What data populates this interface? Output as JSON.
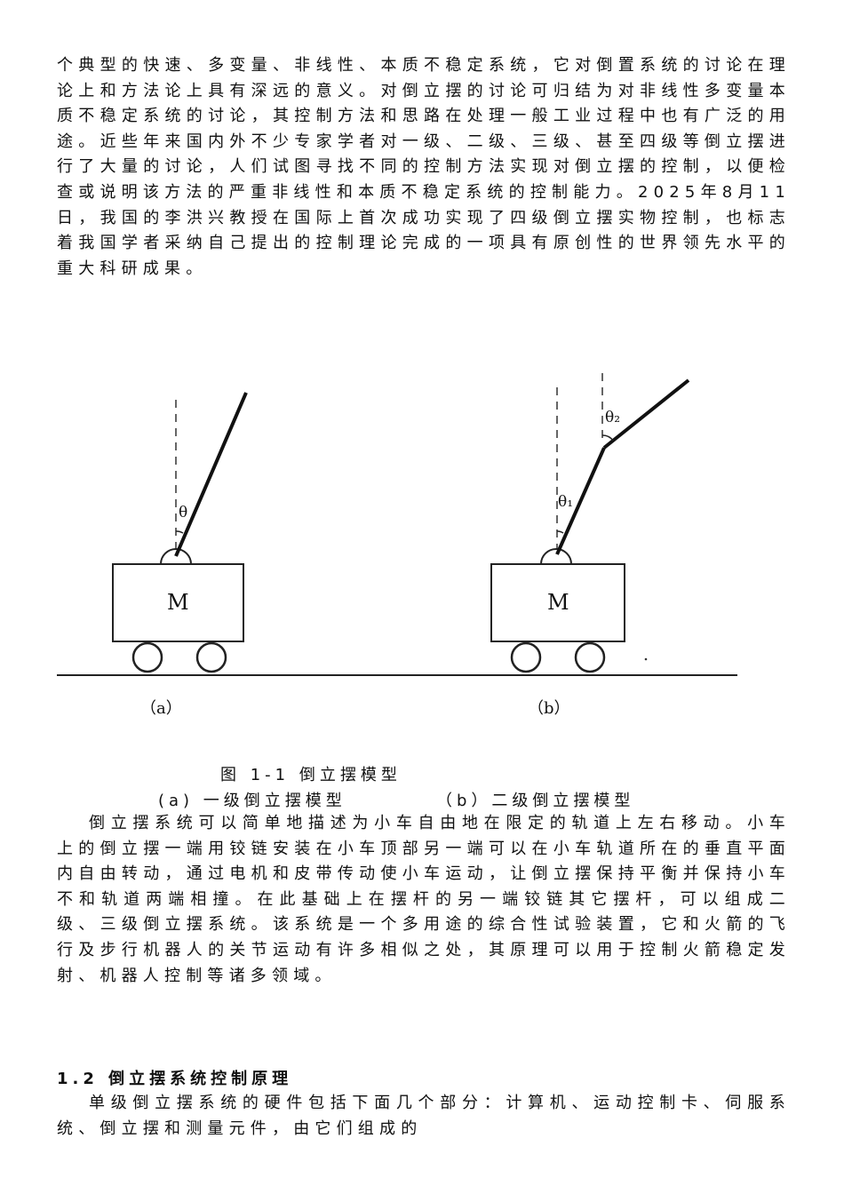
{
  "paragraphs": {
    "intro": "个典型的快速、多变量、非线性、本质不稳定系统，它对倒置系统的讨论在理论上和方法论上具有深远的意义。对倒立摆的讨论可归结为对非线性多变量本质不稳定系统的讨论，其控制方法和思路在处理一般工业过程中也有广泛的用途。近些年来国内外不少专家学者对一级、二级、三级、甚至四级等倒立摆进行了大量的讨论，人们试图寻找不同的控制方法实现对倒立摆的控制，以便检查或说明该方法的严重非线性和本质不稳定系统的控制能力。2025年8月11日，我国的李洪兴教授在国际上首次成功实现了四级倒立摆实物控制，也标志着我国学者采纳自己提出的控制理论完成的一项具有原创性的世界领先水平的重大科研成果。",
    "description": "倒立摆系统可以简单地描述为小车自由地在限定的轨道上左右移动。小车上的倒立摆一端用铰链安装在小车顶部另一端可以在小车轨道所在的垂直平面内自由转动，通过电机和皮带传动使小车运动，让倒立摆保持平衡并保持小车不和轨道两端相撞。在此基础上在摆杆的另一端铰链其它摆杆，可以组成二级、三级倒立摆系统。该系统是一个多用途的综合性试验装置，它和火箭的飞行及步行机器人的关节运动有许多相似之处，其原理可以用于控制火箭稳定发射、机器人控制等诸多领域。",
    "hardware": "单级倒立摆系统的硬件包括下面几个部分：计算机、运动控制卡、伺服系统、倒立摆和测量元件，由它们组成的"
  },
  "figure": {
    "cart_label": "M",
    "angle_single": "θ",
    "angle_1": "θ₁",
    "angle_2": "θ₂",
    "label_a": "（a）",
    "label_b": "（b）",
    "caption": "图 1-1  倒立摆模型",
    "sub_a": "(a) 一级倒立摆模型",
    "sub_b": "（b）二级倒立摆模型"
  },
  "section": {
    "heading": "1.2 倒立摆系统控制原理"
  }
}
